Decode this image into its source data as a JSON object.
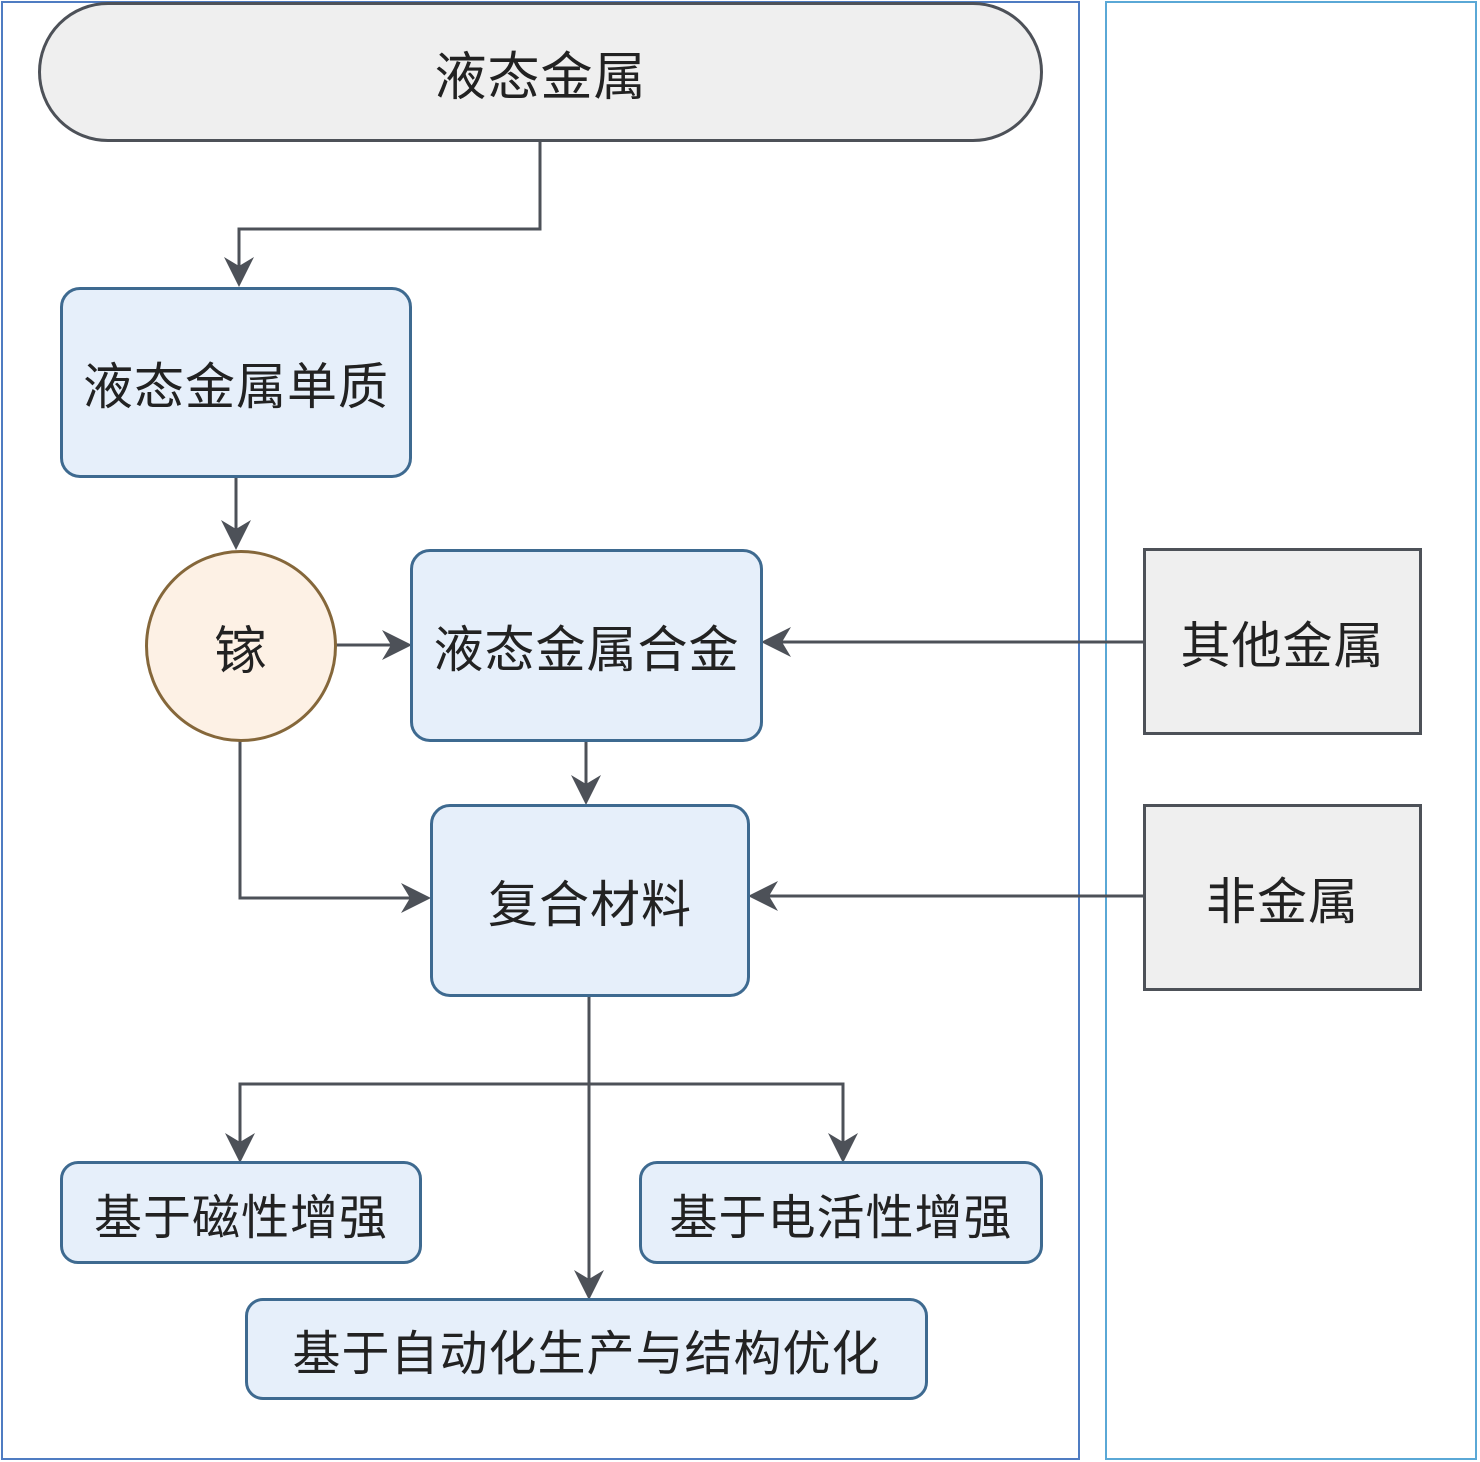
{
  "diagram": {
    "nodes": {
      "liquid_metal": {
        "label": "液态金属",
        "shape": "terminator"
      },
      "liquid_metal_elemental": {
        "label": "液态金属单质",
        "shape": "process"
      },
      "gallium": {
        "label": "镓",
        "shape": "circle"
      },
      "liquid_metal_alloy": {
        "label": "液态金属合金",
        "shape": "process"
      },
      "composite_material": {
        "label": "复合材料",
        "shape": "process"
      },
      "other_metals": {
        "label": "其他金属",
        "shape": "external"
      },
      "non_metals": {
        "label": "非金属",
        "shape": "external"
      },
      "magnetic_enhancement": {
        "label": "基于磁性增强",
        "shape": "process"
      },
      "electroactive_enhancement": {
        "label": "基于电活性增强",
        "shape": "process"
      },
      "automation_structure_optimization": {
        "label": "基于自动化生产与结构优化",
        "shape": "process"
      }
    },
    "edges": [
      {
        "from": "liquid_metal",
        "to": "liquid_metal_elemental"
      },
      {
        "from": "liquid_metal_elemental",
        "to": "gallium"
      },
      {
        "from": "gallium",
        "to": "liquid_metal_alloy"
      },
      {
        "from": "gallium",
        "to": "composite_material"
      },
      {
        "from": "other_metals",
        "to": "liquid_metal_alloy"
      },
      {
        "from": "liquid_metal_alloy",
        "to": "composite_material"
      },
      {
        "from": "non_metals",
        "to": "composite_material"
      },
      {
        "from": "composite_material",
        "to": "magnetic_enhancement"
      },
      {
        "from": "composite_material",
        "to": "electroactive_enhancement"
      },
      {
        "from": "composite_material",
        "to": "automation_structure_optimization"
      }
    ],
    "colors": {
      "process_fill": "#e6effa",
      "process_stroke": "#3e6a90",
      "terminator_fill": "#efefef",
      "external_fill": "#efefef",
      "neutral_stroke": "#4d5158",
      "circle_fill": "#fdf1e5",
      "circle_stroke": "#85673a",
      "main_lane_border": "#4f7cc2",
      "external_lane_border": "#5aa8d6"
    }
  }
}
